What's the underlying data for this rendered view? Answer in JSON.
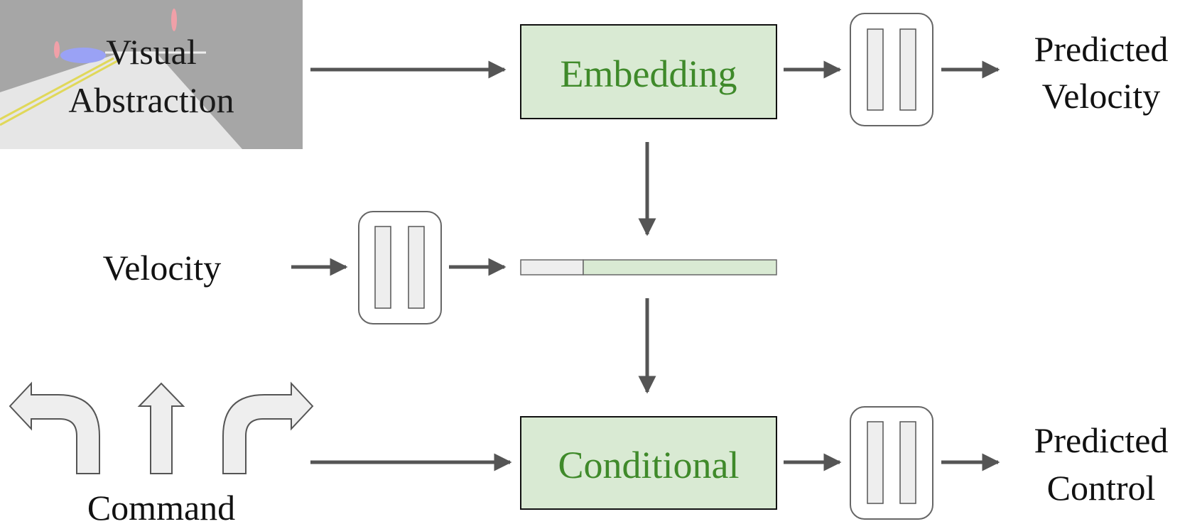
{
  "inputs": {
    "visual": {
      "line1": "Visual",
      "line2": "Abstraction"
    },
    "velocity": {
      "label": "Velocity"
    },
    "command": {
      "label": "Command"
    }
  },
  "blocks": {
    "embedding": {
      "label": "Embedding"
    },
    "conditional": {
      "label": "Conditional"
    }
  },
  "outputs": {
    "predicted_velocity": {
      "line1": "Predicted",
      "line2": "Velocity"
    },
    "predicted_control": {
      "line1": "Predicted",
      "line2": "Control"
    }
  },
  "colors": {
    "block_fill": "#d9ead3",
    "block_text": "#3f8a2a",
    "arrow": "#555555",
    "layer_fill": "#eeeeee",
    "thumbnail_road": "#e6e6e6",
    "thumbnail_bg": "#a6a6a6"
  },
  "icons": {
    "command_left": "turn-left-arrow-icon",
    "command_straight": "straight-arrow-icon",
    "command_right": "turn-right-arrow-icon"
  }
}
